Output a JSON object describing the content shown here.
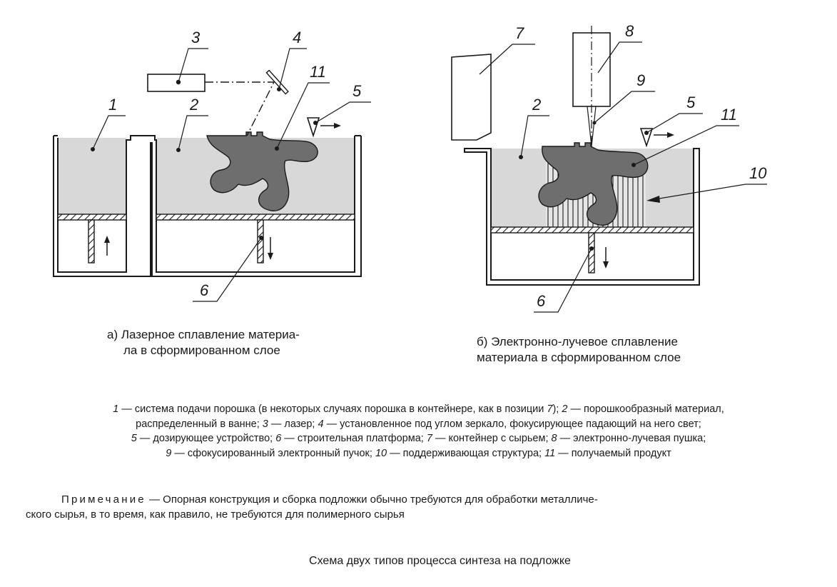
{
  "labels": {
    "l1": "1",
    "l2a": "2",
    "l3": "3",
    "l4": "4",
    "l5a": "5",
    "l11a": "11",
    "l6a": "6",
    "l7": "7",
    "l8": "8",
    "l9": "9",
    "l5b": "5",
    "l11b": "11",
    "l2b": "2",
    "l10": "10",
    "l6b": "6"
  },
  "caption_a": {
    "line1": "а)  Лазерное сплавление материа-",
    "line2": "ла в сформированном слое"
  },
  "caption_b": {
    "line1": "б)  Электронно-лучевое сплавление",
    "line2": "материала в сформированном слое"
  },
  "legend": {
    "n1": "1",
    "t1": " — система подачи порошка (в некоторых случаях порошка в контейнере, как в позиции ",
    "n1b": "7",
    "t1b": "); ",
    "n2": "2",
    "t2": " — порошкообразный материал,",
    "t2b": "распределенный в ванне; ",
    "n3": "3",
    "t3": " — лазер; ",
    "n4": "4",
    "t4": " — установленное под углом зеркало, фокусирующее падающий на него свет;",
    "n5": "5",
    "t5": " — дозирующее устройство; ",
    "n6": "6",
    "t6": " — строительная платформа; ",
    "n7": "7",
    "t7": " — контейнер с сырьем; ",
    "n8": "8",
    "t8": " — электронно-лучевая пушка;",
    "n9": "9",
    "t9": " — сфокусированный электронный пучок; ",
    "n10": "10",
    "t10": " — поддерживающая структура; ",
    "n11": "11",
    "t11": " — получаемый продукт"
  },
  "note": {
    "label": "Примечание",
    "text1": " — Опорная конструкция и сборка подложки обычно требуются для обработки металличе-",
    "text2": "ского сырья, в то время, как правило, не требуются для полимерного сырья"
  },
  "figure_title": "Схема двух типов процесса синтеза на подложке",
  "colors": {
    "powder": "#d8d8d8",
    "product": "#6e6e6e",
    "outline": "#1a1a1a"
  }
}
